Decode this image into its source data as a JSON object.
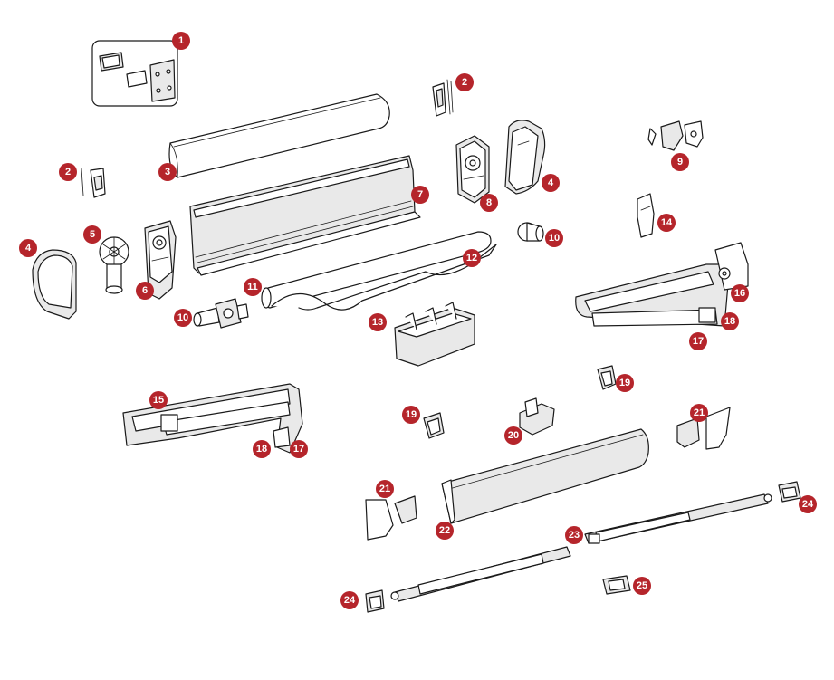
{
  "colors": {
    "badge": "#b5252b",
    "line": "#1a1a1a"
  },
  "callouts": [
    {
      "id": "c1",
      "label": "1"
    },
    {
      "id": "c2a",
      "label": "2"
    },
    {
      "id": "c2b",
      "label": "2"
    },
    {
      "id": "c3",
      "label": "3"
    },
    {
      "id": "c4a",
      "label": "4"
    },
    {
      "id": "c4b",
      "label": "4"
    },
    {
      "id": "c5",
      "label": "5"
    },
    {
      "id": "c6",
      "label": "6"
    },
    {
      "id": "c7",
      "label": "7"
    },
    {
      "id": "c8",
      "label": "8"
    },
    {
      "id": "c9",
      "label": "9"
    },
    {
      "id": "c10a",
      "label": "10"
    },
    {
      "id": "c10b",
      "label": "10"
    },
    {
      "id": "c11",
      "label": "11"
    },
    {
      "id": "c12",
      "label": "12"
    },
    {
      "id": "c13",
      "label": "13"
    },
    {
      "id": "c14",
      "label": "14"
    },
    {
      "id": "c15",
      "label": "15"
    },
    {
      "id": "c16",
      "label": "16"
    },
    {
      "id": "c17a",
      "label": "17"
    },
    {
      "id": "c17b",
      "label": "17"
    },
    {
      "id": "c18a",
      "label": "18"
    },
    {
      "id": "c18b",
      "label": "18"
    },
    {
      "id": "c19a",
      "label": "19"
    },
    {
      "id": "c19b",
      "label": "19"
    },
    {
      "id": "c20",
      "label": "20"
    },
    {
      "id": "c21a",
      "label": "21"
    },
    {
      "id": "c21b",
      "label": "21"
    },
    {
      "id": "c22",
      "label": "22"
    },
    {
      "id": "c23",
      "label": "23"
    },
    {
      "id": "c24a",
      "label": "24"
    },
    {
      "id": "c24b",
      "label": "24"
    },
    {
      "id": "c25",
      "label": "25"
    }
  ]
}
